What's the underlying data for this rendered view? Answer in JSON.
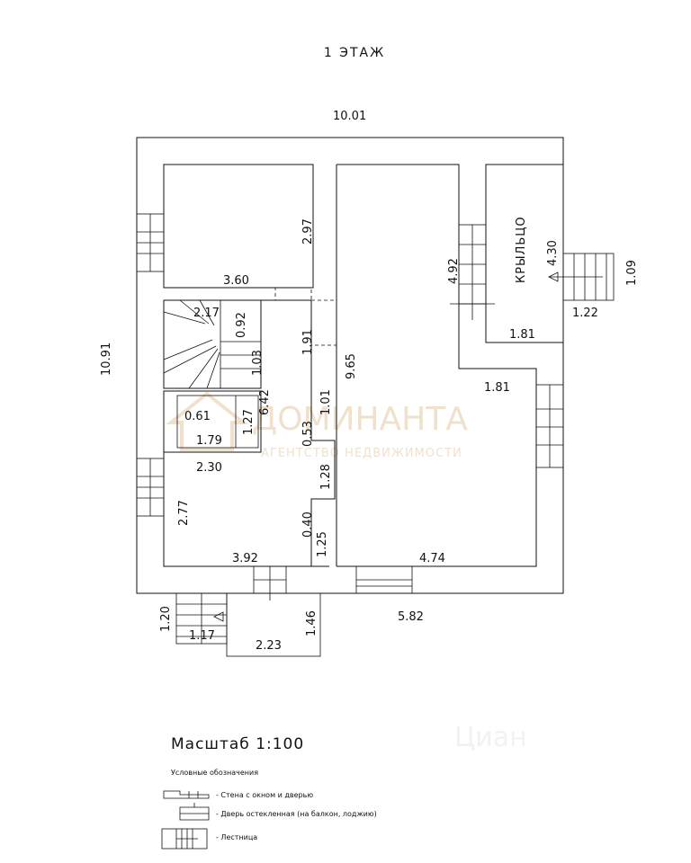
{
  "floor_title": "1 ЭТАЖ",
  "porch_label": "КРЫЛЬЦО",
  "watermark": {
    "brand": "ДОМИНАНТА",
    "sub": "АГЕНТСТВО НЕДВИЖИМОСТИ",
    "corner": "Циан"
  },
  "dimensions": {
    "top_width": "10.01",
    "left_height": "10.91",
    "room_tl_height": "2.97",
    "room_tl_width": "3.60",
    "stair_top": "2.17",
    "stair_092": "0.92",
    "stair_103": "1.03",
    "stair_191": "1.91",
    "hall_642": "6.42",
    "hall_101": "1.01",
    "hall_053": "0.53",
    "hall_128": "1.28",
    "hall_040": "0.40",
    "hall_125": "1.25",
    "bath_061": "0.61",
    "bath_127": "1.27",
    "bath_179": "1.79",
    "room_bl_230": "2.30",
    "room_bl_277": "2.77",
    "room_bl_392": "3.92",
    "big_965": "9.65",
    "big_492": "4.92",
    "big_181_mid": "1.81",
    "big_474": "4.74",
    "porch_430": "4.30",
    "porch_181": "1.81",
    "porch_109": "1.09",
    "porch_122": "1.22",
    "bottom_582": "5.82",
    "step_120": "1.20",
    "step_117": "1.17",
    "step_223": "2.23",
    "step_146": "1.46"
  },
  "legend": {
    "scale": "Масштаб 1:100",
    "heading": "Условные обозначения",
    "item_wall": "- Стена с окном и дверью",
    "item_door": "- Дверь остекленная (на балкон, лоджию)",
    "item_stair": "- Лестница"
  }
}
